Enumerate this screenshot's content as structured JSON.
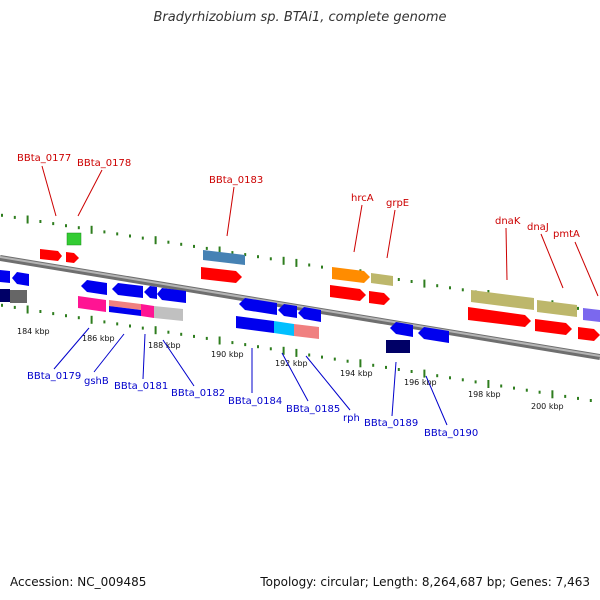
{
  "header": {
    "title": "Bradyrhizobium sp. BTAi1, complete genome"
  },
  "footer": {
    "accession": "Accession: NC_009485",
    "summary": "Topology: circular; Length: 8,264,687 bp; Genes: 7,463"
  },
  "colors": {
    "backbone": "#8a8a8a",
    "tick": "#2e7d1e",
    "label_top": "#cc0000",
    "label_bottom": "#0000cc"
  },
  "ticks": [
    {
      "label": "184 kbp"
    },
    {
      "label": "186 kbp"
    },
    {
      "label": "188 kbp"
    },
    {
      "label": "190 kbp"
    },
    {
      "label": "192 kbp"
    },
    {
      "label": "194 kbp"
    },
    {
      "label": "196 kbp"
    },
    {
      "label": "198 kbp"
    },
    {
      "label": "200 kbp"
    }
  ],
  "labels_top": [
    {
      "text": "BBta_0177"
    },
    {
      "text": "BBta_0178"
    },
    {
      "text": "BBta_0183"
    },
    {
      "text": "hrcA"
    },
    {
      "text": "grpE"
    },
    {
      "text": "dnaK"
    },
    {
      "text": "dnaJ"
    },
    {
      "text": "pmtA"
    }
  ],
  "labels_bottom": [
    {
      "text": "BBta_0179"
    },
    {
      "text": "gshB"
    },
    {
      "text": "BBta_0181"
    },
    {
      "text": "BBta_0182"
    },
    {
      "text": "BBta_0184"
    },
    {
      "text": "BBta_0185"
    },
    {
      "text": "rph"
    },
    {
      "text": "BBta_0189"
    },
    {
      "text": "BBta_0190"
    }
  ]
}
